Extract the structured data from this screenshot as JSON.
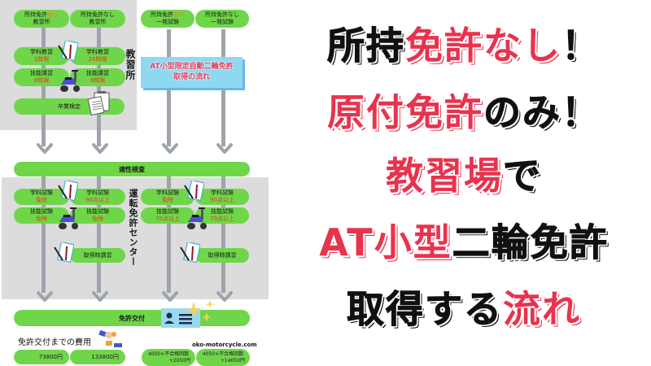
{
  "flowchart": {
    "top_row": [
      {
        "line1_prefix": "所持免許",
        "line1_highlight": "あり",
        "line2": "教習所"
      },
      {
        "line1_prefix": "所持免許なし",
        "line1_highlight": "",
        "line2": "教習所"
      },
      {
        "line1_prefix": "所持免許",
        "line1_highlight": "あり",
        "line2": "一発試験"
      },
      {
        "line1_prefix": "所持免許なし",
        "line1_highlight": "",
        "line2": "一発試験"
      }
    ],
    "school_section": {
      "label": "教習所",
      "academic": [
        {
          "title": "学科教習",
          "value": "1時限"
        },
        {
          "title": "学科教習",
          "value": "26時限"
        }
      ],
      "skills": [
        {
          "title": "技能講習",
          "value": "8時限"
        },
        {
          "title": "技能講習",
          "value": "9時限"
        }
      ],
      "graduation": "卒業検定"
    },
    "banner": {
      "line1": "AT小型限定自動二輪免許",
      "line2": "取得の流れ"
    },
    "aptitude_test": "適性検査",
    "center_section": {
      "label": "運転免許センター",
      "academic": [
        {
          "title": "学科試験",
          "value": "免除"
        },
        {
          "title": "学科試験",
          "value": "90点以上"
        },
        {
          "title": "学科試験",
          "value": "免除"
        },
        {
          "title": "学科試験",
          "value": "90点以上"
        }
      ],
      "skills": [
        {
          "title": "技能試験",
          "value": "免除"
        },
        {
          "title": "技能試験",
          "value": "免除"
        },
        {
          "title": "技能試験",
          "value": "70点以上"
        },
        {
          "title": "技能試験",
          "value": "70点以上"
        }
      ],
      "lecture": [
        "取得時講習",
        "取得時講習"
      ]
    },
    "license_issue": "免許交付",
    "cost": {
      "title": "免許交付までの費用",
      "site": "oko-motorcycle.com",
      "values": [
        {
          "line1": "73800円",
          "line2": ""
        },
        {
          "line1": "133800円",
          "line2": ""
        },
        {
          "line1": "4050×不合格回数",
          "line2": "+2050円"
        },
        {
          "line1": "4050×不合格回数",
          "line2": "+14050円"
        }
      ]
    }
  },
  "headline": {
    "lines": [
      [
        {
          "text": "所持",
          "color": "black"
        },
        {
          "text": "免許なし",
          "color": "red"
        },
        {
          "text": "！",
          "color": "black"
        }
      ],
      [
        {
          "text": "原付免許",
          "color": "red"
        },
        {
          "text": "のみ",
          "color": "black"
        },
        {
          "text": "！",
          "color": "black"
        }
      ],
      [
        {
          "text": "教習場",
          "color": "red"
        },
        {
          "text": "で",
          "color": "black"
        }
      ],
      [
        {
          "text": "AT小型",
          "color": "red"
        },
        {
          "text": "二輪免許",
          "color": "black"
        }
      ],
      [
        {
          "text": "取得する",
          "color": "black"
        },
        {
          "text": "流れ",
          "color": "red"
        }
      ]
    ]
  },
  "colors": {
    "pill_green": "#6fd64a",
    "panel_gray": "#dcdcdc",
    "line_gray": "#9ea4ab",
    "accent_red": "#e8334e",
    "value_red": "#e03a1a",
    "banner_blue": "#8fd8f2"
  }
}
